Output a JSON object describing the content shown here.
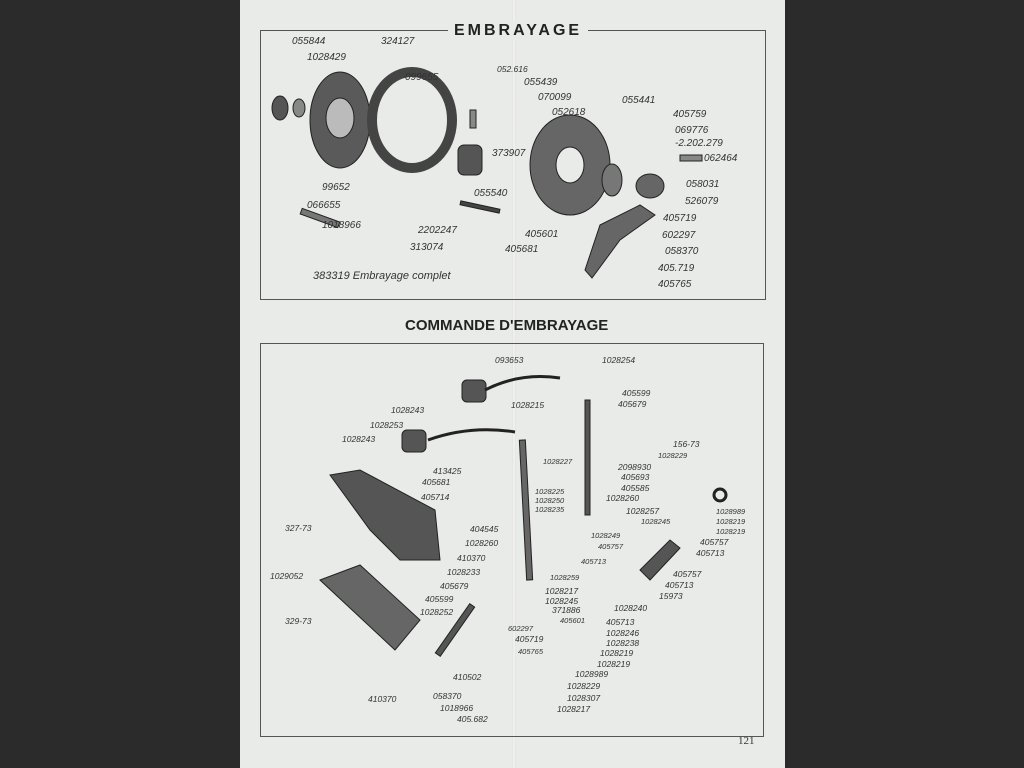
{
  "page_number": "121",
  "embrayage": {
    "title": "EMBRAYAGE",
    "caption": "383319 Embrayage complet",
    "labels": [
      "055844",
      "1028429",
      "324127",
      "099655",
      "052.616",
      "055439",
      "070099",
      "052618",
      "055441",
      "405759",
      "069776",
      "-2.202.279",
      "062464",
      "373907",
      "055540",
      "058031",
      "526079",
      "99652",
      "066655",
      "1018966",
      "2202247",
      "313074",
      "405601",
      "405681",
      "405719",
      "602297",
      "058370",
      "405.719",
      "405765"
    ]
  },
  "commande": {
    "title": "COMMANDE D'EMBRAYAGE",
    "labels": [
      "093653",
      "1028254",
      "405599",
      "405679",
      "1028215",
      "1028243",
      "1028253",
      "1028243",
      "156-73",
      "1028229",
      "2098930",
      "405693",
      "405585",
      "1028227",
      "413425",
      "405681",
      "405714",
      "1028225",
      "1028250",
      "1028235",
      "1028260",
      "1028257",
      "1028245",
      "1028989",
      "1028219",
      "1028219",
      "327-73",
      "404545",
      "1028260",
      "410370",
      "1028249",
      "405757",
      "405713",
      "405757",
      "405713",
      "1028233",
      "405679",
      "405599",
      "1028252",
      "1029052",
      "329-73",
      "1028259",
      "1028217",
      "1028245",
      "405757",
      "405713",
      "15973",
      "371886",
      "405601",
      "1028240",
      "405713",
      "1028246",
      "1028238",
      "1028219",
      "1028219",
      "602297",
      "405719",
      "405765",
      "410502",
      "1028989",
      "1028229",
      "1028307",
      "1028217",
      "410370",
      "058370",
      "1018966",
      "405.682"
    ]
  }
}
